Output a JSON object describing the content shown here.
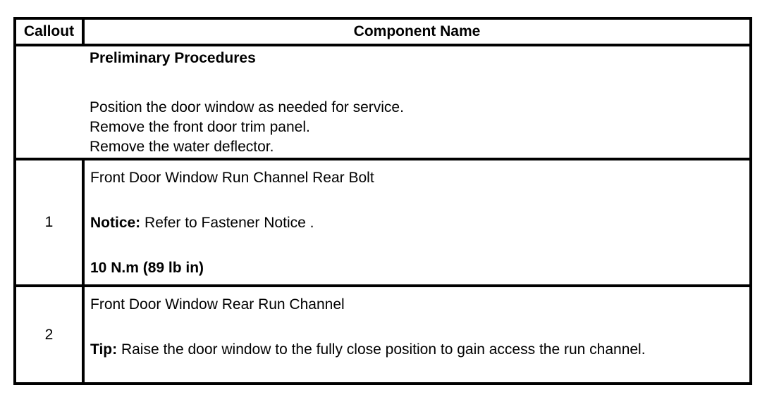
{
  "colors": {
    "background": "#ffffff",
    "text": "#000000",
    "border": "#000000"
  },
  "table": {
    "header": {
      "callout": "Callout",
      "component": "Component Name"
    },
    "preliminary": {
      "title": "Preliminary Procedures",
      "steps": [
        "Position the door window as needed for service.",
        "Remove the front door trim panel.",
        "Remove the water deflector."
      ]
    },
    "rows": [
      {
        "callout": "1",
        "name": "Front Door Window Run Channel Rear Bolt",
        "note_label": "Notice:",
        "note_text": " Refer to Fastener Notice .",
        "torque": "10 N.m (89 lb in)"
      },
      {
        "callout": "2",
        "name": "Front Door Window Rear Run Channel",
        "note_label": "Tip:",
        "note_text": " Raise the door window to the fully close position to gain access the run channel."
      }
    ]
  }
}
